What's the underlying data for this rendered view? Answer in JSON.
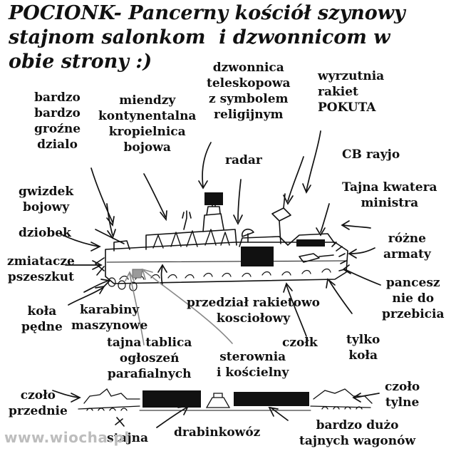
{
  "title": "POCIONK- Pancerny kościół szynowy\nstajnom salonkom  i dzwonnicom w\nobie strony :)",
  "labels": {
    "dzwonnica": "dzwonnica\nteleskopowa\nz symbolem\nreligijnym",
    "wyrzutnia": "wyrzutnia\nrakiet\nPOKUTA",
    "dzialo": "bardzo\nbardzo\ngroźne\ndzialo",
    "kropielnica": "miendzy\nkontynentalna\nkropielnica\nbojowa",
    "radar": "radar",
    "cb": "CB rayjo",
    "kwatera": "Tajna kwatera\nministra",
    "gwizdek": "gwizdek\nbojowy",
    "dziobek": "dziobek",
    "armaty": "różne\narmaty",
    "zmiatacze": "zmiatacze\npszeszkut",
    "pancesz": "pancesz\nnie do\nprzebicia",
    "kola_pedne": "koła\npędne",
    "karabiny": "karabiny\nmaszynowe",
    "przedzial": "przedział rakietowo\nkosciołowy",
    "czolk": "czołk",
    "tylko_kola": "tylko\nkoła",
    "tablica": "tajna tablica\nogłoszeń\nparafialnych",
    "sterownia": "sterownia\ni kościelny",
    "czolo_przednie": "czoło\nprzednie",
    "czolo_tylne": "czoło\ntylne",
    "stajna": "stajna",
    "drabinkowoz": "drabinkowóz",
    "wagony": "bardzo dużo\ntajnych wagonów"
  },
  "watermark": "www.wiocha.pl",
  "colors": {
    "ink": "#111111",
    "watermark": "#bdbdbd",
    "background": "#ffffff"
  }
}
